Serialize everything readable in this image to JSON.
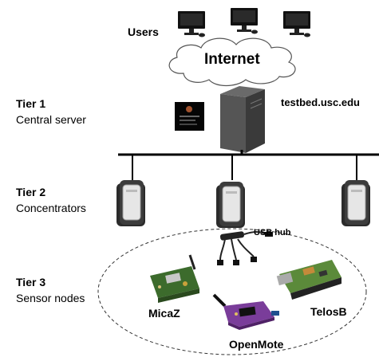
{
  "users_label": "Users",
  "internet_label": "Internet",
  "server_label": "testbed.usc.edu",
  "tiers": [
    {
      "title": "Tier 1",
      "subtitle": "Central server"
    },
    {
      "title": "Tier 2",
      "subtitle": "Concentrators"
    },
    {
      "title": "Tier 3",
      "subtitle": "Sensor nodes"
    }
  ],
  "usb_hub_label": "USB hub",
  "nodes": {
    "micaz": "MicaZ",
    "openmote": "OpenMote",
    "telosb": "TelosB"
  },
  "colors": {
    "cloud_fill": "#ffffff",
    "server": "#4a4a4a",
    "pcb_green": "#3c6b2c",
    "openmote_purple": "#7a3d9a",
    "concentrator_body": "#2b2b2b"
  }
}
